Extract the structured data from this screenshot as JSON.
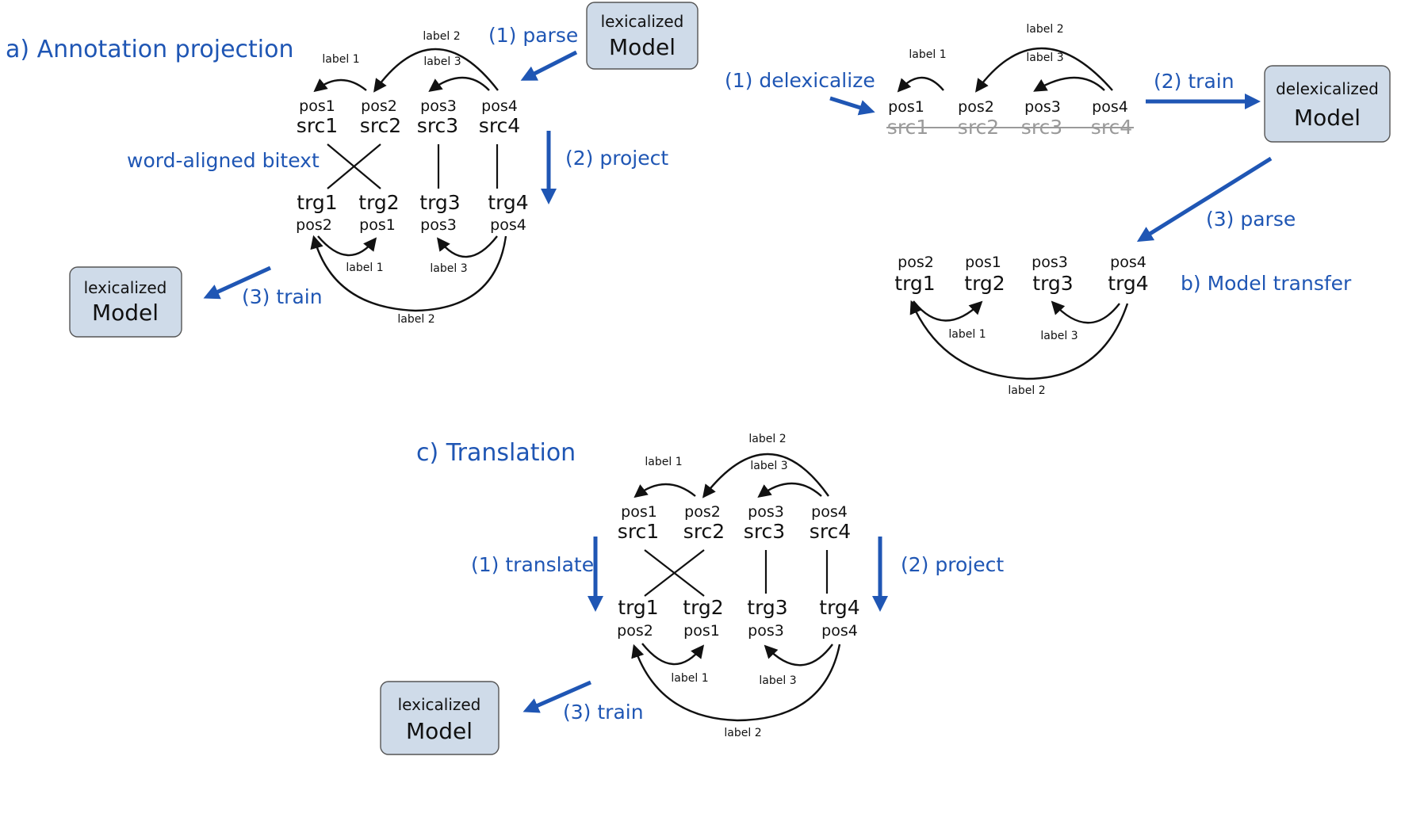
{
  "panel_a": {
    "title": "a) Annotation projection",
    "step1": "(1) parse",
    "step2": "(2) project",
    "step3": "(3) train",
    "bitext": "word-aligned bitext",
    "top_box": {
      "small": "lexicalized",
      "big": "Model"
    },
    "bottom_box": {
      "small": "lexicalized",
      "big": "Model"
    },
    "src_pos": [
      "pos1",
      "pos2",
      "pos3",
      "pos4"
    ],
    "src_words": [
      "src1",
      "src2",
      "src3",
      "src4"
    ],
    "trg_words": [
      "trg1",
      "trg2",
      "trg3",
      "trg4"
    ],
    "trg_pos": [
      "pos2",
      "pos1",
      "pos3",
      "pos4"
    ],
    "src_labels": [
      "label 1",
      "label 2",
      "label 3"
    ],
    "trg_labels": [
      "label 1",
      "label 3",
      "label 2"
    ]
  },
  "panel_b": {
    "title": "b) Model transfer",
    "step1": "(1) delexicalize",
    "step2": "(2) train",
    "step3": "(3) parse",
    "box": {
      "small": "delexicalized",
      "big": "Model"
    },
    "src_pos": [
      "pos1",
      "pos2",
      "pos3",
      "pos4"
    ],
    "src_words": [
      "src1",
      "src2",
      "src3",
      "src4"
    ],
    "trg_pos": [
      "pos2",
      "pos1",
      "pos3",
      "pos4"
    ],
    "trg_words": [
      "trg1",
      "trg2",
      "trg3",
      "trg4"
    ],
    "src_labels": [
      "label 1",
      "label 2",
      "label 3"
    ],
    "trg_labels": [
      "label 1",
      "label 3",
      "label 2"
    ]
  },
  "panel_c": {
    "title": "c) Translation",
    "step1": "(1) translate",
    "step2": "(2) project",
    "step3": "(3) train",
    "box": {
      "small": "lexicalized",
      "big": "Model"
    },
    "src_pos": [
      "pos1",
      "pos2",
      "pos3",
      "pos4"
    ],
    "src_words": [
      "src1",
      "src2",
      "src3",
      "src4"
    ],
    "trg_words": [
      "trg1",
      "trg2",
      "trg3",
      "trg4"
    ],
    "trg_pos": [
      "pos2",
      "pos1",
      "pos3",
      "pos4"
    ],
    "src_labels": [
      "label 1",
      "label 2",
      "label 3"
    ],
    "trg_labels": [
      "label 1",
      "label 3",
      "label 2"
    ]
  },
  "colors": {
    "accent_blue": "#1f56b4",
    "box_fill": "#cfdbe9",
    "strike_gray": "#9a9a9a"
  }
}
